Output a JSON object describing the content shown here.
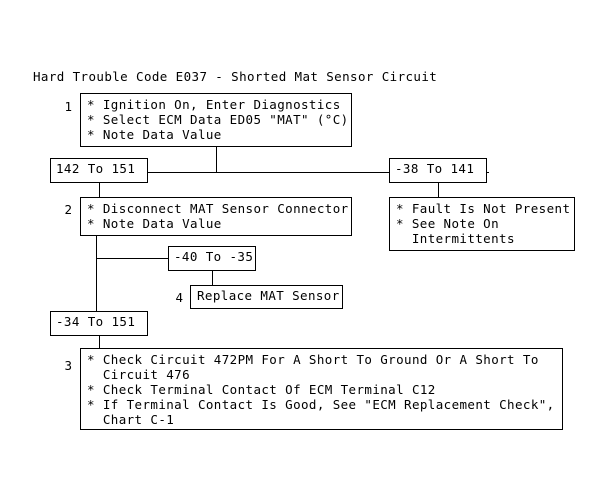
{
  "document": {
    "title": "Hard Trouble Code E037 - Shorted Mat Sensor Circuit",
    "chart_type": "troubleshooting-flowchart"
  },
  "steps": [
    {
      "number": "1",
      "lines": "* Ignition On, Enter Diagnostics\n* Select ECM Data ED05 \"MAT\" (°C)\n* Note Data Value"
    },
    {
      "number": "2",
      "lines": "* Disconnect MAT Sensor Connector\n* Note Data Value"
    },
    {
      "number": "3",
      "lines": "* Check Circuit 472PM For A Short To Ground Or A Short To\n  Circuit 476\n* Check Terminal Contact Of ECM Terminal C12\n* If Terminal Contact Is Good, See \"ECM Replacement Check\",\n  Chart C-1"
    },
    {
      "number": "4",
      "lines": "Replace MAT Sensor"
    }
  ],
  "outcome_box": {
    "lines": "* Fault Is Not Present\n* See Note On\n  Intermittents"
  },
  "ranges": {
    "left_from_step1": "142 To 151",
    "right_from_step1": "-38 To 141",
    "branch_from_step2": "-40 To -35",
    "down_from_step2": "-34 To 151"
  },
  "colors": {
    "background": "#ffffff",
    "stroke": "#000000",
    "text": "#000000"
  },
  "chart_data": {
    "type": "table",
    "title": "Hard Trouble Code E037 - Shorted Mat Sensor Circuit",
    "nodes": [
      {
        "id": "step1",
        "number": "1",
        "text": "* Ignition On, Enter Diagnostics / * Select ECM Data ED05 \"MAT\" (°C) / * Note Data Value"
      },
      {
        "id": "range_142_151",
        "text": "142 To 151"
      },
      {
        "id": "range_-38_141",
        "text": "-38 To 141"
      },
      {
        "id": "step2",
        "number": "2",
        "text": "* Disconnect MAT Sensor Connector / * Note Data Value"
      },
      {
        "id": "fault_not_present",
        "text": "* Fault Is Not Present / * See Note On Intermittents"
      },
      {
        "id": "range_-40_-35",
        "text": "-40 To -35"
      },
      {
        "id": "step4",
        "number": "4",
        "text": "Replace MAT Sensor"
      },
      {
        "id": "range_-34_151",
        "text": "-34 To 151"
      },
      {
        "id": "step3",
        "number": "3",
        "text": "* Check Circuit 472PM For A Short To Ground Or A Short To Circuit 476 / * Check Terminal Contact Of ECM Terminal C12 / * If Terminal Contact Is Good, See \"ECM Replacement Check\", Chart C-1"
      }
    ],
    "edges": [
      {
        "from": "step1",
        "to": "range_142_151"
      },
      {
        "from": "step1",
        "to": "range_-38_141"
      },
      {
        "from": "range_142_151",
        "to": "step2"
      },
      {
        "from": "range_-38_141",
        "to": "fault_not_present"
      },
      {
        "from": "step2",
        "to": "range_-40_-35"
      },
      {
        "from": "step2",
        "to": "range_-34_151"
      },
      {
        "from": "range_-40_-35",
        "to": "step4"
      },
      {
        "from": "range_-34_151",
        "to": "step3"
      }
    ]
  }
}
